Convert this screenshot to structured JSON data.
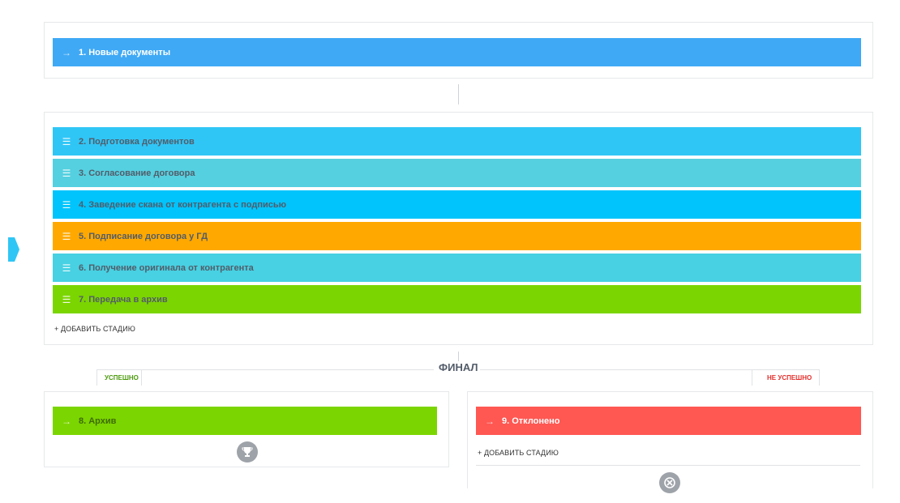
{
  "colors": {
    "new": "#3fa9f5",
    "stage2": "#2fc6f6",
    "stage3": "#55d0e0",
    "stage4": "#00c4fb",
    "stage5": "#ffa900",
    "stage6": "#47d1e2",
    "stage7": "#7bd500",
    "success": "#7bd500",
    "fail": "#ff5752",
    "tab_success": "#4c9a0e",
    "tab_fail": "#e3302c"
  },
  "start": {
    "icon": "arrow-right-icon",
    "label": "1. Новые документы"
  },
  "process": {
    "icon": "drag-handle-icon",
    "stages": [
      {
        "label": "2. Подготовка документов"
      },
      {
        "label": "3. Согласование договора"
      },
      {
        "label": "4. Заведение скана от контрагента с подписью"
      },
      {
        "label": "5. Подписание договора у ГД"
      },
      {
        "label": "6. Получение оригинала от контрагента"
      },
      {
        "label": "7. Передача в архив"
      }
    ],
    "add_stage": "+ ДОБАВИТЬ СТАДИЮ"
  },
  "final": {
    "title": "ФИНАЛ",
    "success_tab": "УСПЕШНО",
    "fail_tab": "НЕ УСПЕШНО",
    "success_stage": "8. Архив",
    "fail_stage": "9. Отклонено",
    "fail_add_stage": "+ ДОБАВИТЬ СТАДИЮ",
    "success_icon": "trophy-icon",
    "fail_icon": "cancel-circle-icon"
  },
  "side": {
    "icon": "expand-arrow-icon"
  }
}
